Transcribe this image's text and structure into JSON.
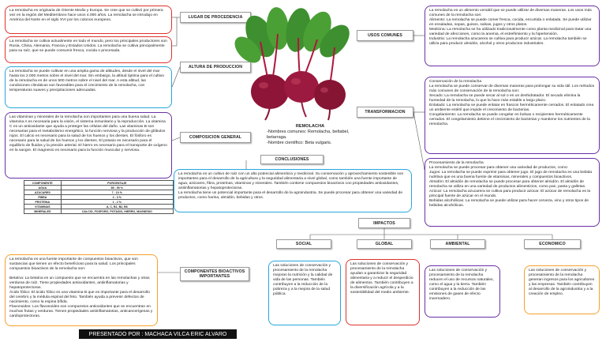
{
  "labels": {
    "procedencia": "LUGAR DE PROCEDENCIA",
    "altura": "ALTURA DE PRODUCCION",
    "composicion": "COMPOSICION GENERAL",
    "usos": "USOS COMUNES",
    "transformacion": "TRANSFORMACION",
    "conclusiones": "CONCLUSIONES",
    "bioactivos": "COMPONENTES BIOACTIVOS IMPORTANTES",
    "impactos": "IMPACTOS",
    "social": "SOCIAL",
    "global": "GLOBAL",
    "ambiental": "AMBIENTAL",
    "economico": "ECONOMICO"
  },
  "center": {
    "title": "REMOLACHA",
    "common_names": "-Nombres comunes: Remolacha, beltabel, betarraga.",
    "scientific": "-Nombre científico: Beta vulgaris."
  },
  "boxes": {
    "procedencia": "La remolacha es originaria de Oriente Medio y Europa. Se cree que se cultivó por primera vez en la región del Mediterráneo hace unos 4.000 años. La remolacha se introdujo en América del Norte en el siglo XVI por los colonos europeos.",
    "cultivo": "La remolacha se cultiva actualmente en todo el mundo, pero los principales productores son Rusia, China, Alemania, Francia y Estados Unidos. La remolacha se cultiva principalmente para su raíz, que se puede consumir fresca, cocida o procesada.",
    "altura": "La remolacha se puede cultivar en una amplia gama de altitudes, desde el nivel del mar hasta los 2.000 metros sobre el nivel del mar. Sin embargo, la altitud óptima para el cultivo de la remolacha es de unos 500 metros sobre el nivel del mar. A esta altitud, las condiciones climáticas son favorables para el crecimiento de la remolacha, con temperaturas suaves y precipitaciones adecuadas.",
    "vitaminas": "Las vitaminas y minerales de la remolacha son importantes para una buena salud. La vitamina A es necesaria para la visión, el sistema inmunitario y la reproducción. La vitamina C es un antioxidante que ayuda a proteger las células del daño. Las vitaminas B son necesarias para el metabolismo energético, la función nerviosa y la producción de glóbulos rojos. El calcio es necesario para la salud de los huesos y los dientes. El fósforo es necesario para la salud de los huesos y los dientes. El potasio es necesario para el equilibrio de fluidos y la presión arterial. El hierro es necesario para el transporte de oxígeno en la sangre. El magnesio es necesario para la función muscular y nerviosa.",
    "usos": "La remolacha es un alimento versátil que se puede utilizar de diversas maneras. Los usos más comunes de la remolacha son:\nAlimento: La remolacha se puede comer fresca, cocida, encurtida o enlatada. Se puede utilizar en ensaladas, sopas, guisos, salsas, jugos y otros platos.\nMedicina: La remolacha se ha utilizado tradicionalmente como planta medicinal para tratar una variedad de afecciones, como la anemia, el estreñimiento y la hipertensión.\nIndustria: La remolacha azucarera se cultiva para producir azúcar. La remolacha también se utiliza para producir almidón, alcohol y otros productos industriales.",
    "conservacion": "Conservación de la remolacha\nLa remolacha se puede conservar de diversas maneras para prolongar su vida útil. Los métodos más comunes de conservación de la remolacha son:\nSecado: La remolacha se puede secar al sol o en un deshidratador. El secado elimina la humedad de la remolacha, lo que la hace más estable a largo plazo.\nEnlatado: La remolacha se puede enlatar en frascos herméticamente cerrados. El enlatado crea un ambiente estéril que impide el crecimiento de bacterias.\nCongelamiento: La remolacha se puede congelar en bolsas o recipientes herméticamente cerrados. El congelamiento detiene el crecimiento de bacterias y mantiene los nutrientes de la remolacha.",
    "procesamiento": "Procesamiento de la remolacha\nLa remolacha se puede procesar para obtener una variedad de productos, como:\nJugos: La remolacha se puede exprimir para obtener jugo. El jugo de remolacha es una bebida nutritiva que es una buena fuente de vitaminas, minerales y compuestos bioactivos.\nAlmidón: El almidón de remolacha se puede procesar para obtener almidón. El almidón de remolacha se utiliza en una variedad de productos alimenticios, como pan, pasta y galletas.\nAzúcar: La remolacha azucarera se cultiva para producir azúcar. El azúcar de remolacha es la principal fuente de azúcar en el mundo.\nBebidas alcohólicas: La remolacha se puede utilizar para hacer cerveza, vino y otros tipos de bebidas alcohólicas.",
    "conclusiones": "La remolacha es un cultivo de raíz con un alto potencial alimenticio y medicinal. Su conservación y aprovechamiento sostenible son importantes para el desarrollo de la agricultura y la seguridad alimentaria a nivel global, como también una fuente importante de agua, azúcares, fibra, proteínas, vitaminas y minerales. También contiene compuestos bioactivos con propiedades antioxidantes, antiinflamatorias y hepatoprotectoras.\nLa remolacha tiene un potencial importante para el desarrollo de la agroindustria. Se puede procesar para obtener una variedad de productos, como harina, almidón, bebidas y otros.",
    "bioactivos": "La remolacha es una fuente importante de compuestos bioactivos, que son sustancias que tienen un efecto beneficioso para la salud. Los principales compuestos bioactivos de la remolacha son:\n\nBetaína: La betaína es un compuesto que se encuentra en las remolachas y otras verduras de raíz. Tiene propiedades antioxidantes, antiinflamatorias y hepatoprotectoras.\nÁcido fólico: El ácido fólico es una vitamina B que es importante para el desarrollo del cerebro y la médula espinal del feto. También ayuda a prevenir defectos de nacimiento, como la espina bífida.\nFlavonoides: Los flavonoides son compuestos antioxidantes que se encuentran en muchas frutas y verduras. Tienen propiedades antiinflamatorias, anticancerígenas y cardioprotectoras.",
    "social": "Las soluciones de conservación y procesamiento de la remolacha mejoran la nutrición y la calidad de vida de las personas. También contribuyen a la reducción de la pobreza y a la mejora de la salud pública.",
    "global": "Las soluciones de conservación y procesamiento de la remolacha ayudan a garantizar la seguridad alimentaria y a reducir el desperdicio de alimentos. También contribuyen a la diversificación agrícola y a la sostenibilidad del medio ambiente.",
    "ambiental": "Las soluciones de conservación y procesamiento de la remolacha reducen el uso de recursos naturales, como el agua y la tierra. También contribuyen a la reducción de las emisiones de gases de efecto invernadero.",
    "economico": "Las soluciones de conservación y procesamiento de la remolacha generan ingresos para los agricultores y las empresas. También contribuyen al desarrollo de la agroindustria y a la creación de empleo."
  },
  "composition_table": {
    "headers": [
      "COMPONENTE",
      "PORCENTAJE"
    ],
    "rows": [
      [
        "AGUA",
        "85 - 90 %"
      ],
      [
        "AZUCARES",
        "7 - 10 %"
      ],
      [
        "FIBRA",
        "2 - 3 %"
      ],
      [
        "PROTEINA",
        "1 - 2 %"
      ],
      [
        "VITAMINAS",
        "A, C, B1, B2, B6"
      ],
      [
        "MINERALES",
        "CALCIO, FOSFORO, POTASIO, HIERRO, MAGNESIO"
      ]
    ]
  },
  "footer": "PRESENTADO POR : MACHACA VILCA ERIC ALVARO",
  "colors": {
    "red": "#e0322c",
    "blue": "#27a7dc",
    "orange": "#f5a12a",
    "purple": "#6a2ea6",
    "beet": "#8e1537",
    "leaf": "#3e8f2f",
    "stem": "#b0173d"
  }
}
